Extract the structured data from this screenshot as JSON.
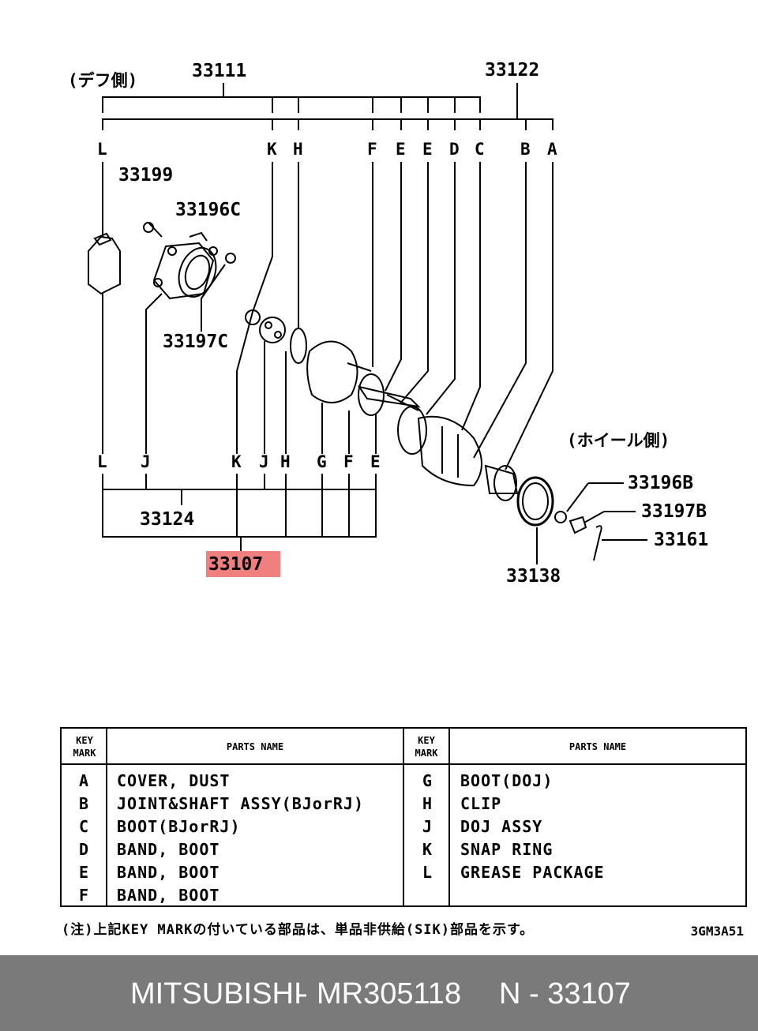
{
  "diagram": {
    "side_labels": {
      "diff_side": "(デフ側)",
      "wheel_side": "(ホイール側)"
    },
    "part_numbers": {
      "p33111": "33111",
      "p33122": "33122",
      "p33199": "33199",
      "p33196c": "33196C",
      "p33197c": "33197C",
      "p33124": "33124",
      "p33107": "33107",
      "p33196b": "33196B",
      "p33197b": "33197B",
      "p33161": "33161",
      "p33138": "33138"
    },
    "top_keys": [
      "L",
      "K",
      "H",
      "F",
      "E",
      "E",
      "D",
      "C",
      "B",
      "A"
    ],
    "bottom_keys": [
      "L",
      "J",
      "K",
      "J",
      "H",
      "G",
      "F",
      "E"
    ],
    "highlight_part": "33107",
    "highlight_color": "#f08080"
  },
  "table": {
    "header_key": "KEY MARK",
    "header_name": "PARTS NAME",
    "left": [
      {
        "key": "A",
        "name": "COVER, DUST"
      },
      {
        "key": "B",
        "name": "JOINT&SHAFT ASSY(BJorRJ)"
      },
      {
        "key": "C",
        "name": "BOOT(BJorRJ)"
      },
      {
        "key": "D",
        "name": "BAND, BOOT"
      },
      {
        "key": "E",
        "name": "BAND, BOOT"
      },
      {
        "key": "F",
        "name": "BAND, BOOT"
      }
    ],
    "right": [
      {
        "key": "G",
        "name": "BOOT(DOJ)"
      },
      {
        "key": "H",
        "name": "CLIP"
      },
      {
        "key": "J",
        "name": "DOJ ASSY"
      },
      {
        "key": "K",
        "name": "SNAP RING"
      },
      {
        "key": "L",
        "name": "GREASE PACKAGE"
      }
    ]
  },
  "note": "(注)上記KEY MARKの付いている部品は、単品非供給(SIK)部品を示す。",
  "diagram_code": "3GM3A51",
  "footer": {
    "brand": "MITSUBISHI",
    "separator": "-",
    "part_number": "MR305118",
    "ref": "N - 33107",
    "bg_color": "#7a7a7a"
  }
}
